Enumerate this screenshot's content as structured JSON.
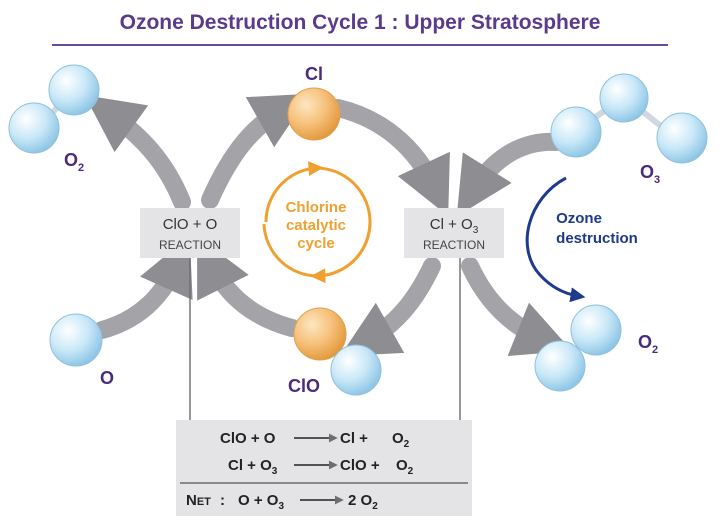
{
  "title": "Ozone Destruction Cycle 1 : Upper Stratosphere",
  "molecules": {
    "o2_top_left": {
      "main": "O",
      "sub": "2"
    },
    "o3_top_right": {
      "main": "O",
      "sub": "3"
    },
    "o_bottom_left": {
      "main": "O"
    },
    "o2_bottom_right": {
      "main": "O",
      "sub": "2"
    },
    "cl": "Cl",
    "clo": "ClO"
  },
  "reactions": {
    "left": {
      "formula": "ClO + O",
      "type": "REACTION"
    },
    "right": {
      "pre": "Cl + O",
      "sub": "3",
      "type": "REACTION"
    }
  },
  "center_cycle": {
    "line1": "Chlorine",
    "line2": "catalytic",
    "line3": "cycle"
  },
  "ozone_destruction": {
    "line1": "Ozone",
    "line2": "destruction"
  },
  "equations": {
    "eq1": {
      "lhs": "ClO + O",
      "rhs_a": "Cl +",
      "rhs_b": "O",
      "rhs_b_sub": "2"
    },
    "eq2": {
      "lhs_a": "Cl + O",
      "lhs_a_sub": "3",
      "rhs_a": "ClO +",
      "rhs_b": "O",
      "rhs_b_sub": "2"
    },
    "net": {
      "label_big": "N",
      "label_small": "ET",
      "colon": ":",
      "lhs_a": "O + O",
      "lhs_a_sub": "3",
      "rhs": "2 O",
      "rhs_sub": "2"
    }
  },
  "colors": {
    "title": "#5b3a8c",
    "purple_text": "#4b2a7e",
    "orange": "#f0a030",
    "navy": "#1e3a8a",
    "gray_box": "#e4e4e6",
    "atom_blue": "#bfe3f5",
    "atom_orange": "#f6c07a"
  }
}
